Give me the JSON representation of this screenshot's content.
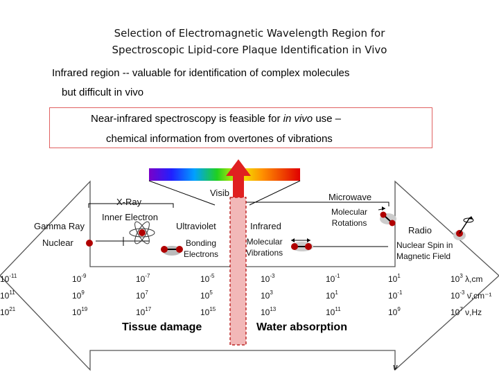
{
  "title": {
    "line1": "Selection of Electromagnetic  Wavelength Region for",
    "line2": "Spectroscopic Lipid-core Plaque Identification in Vivo"
  },
  "infrared_note": {
    "line1": "Infrared region -- valuable for identification of complex molecules",
    "line2": "but difficult in vivo"
  },
  "nir_box": {
    "line1_prefix": "Near-infrared spectroscopy is feasible for ",
    "line1_italic": "in vivo",
    "line1_suffix": " use –",
    "line2": "chemical information from overtones of vibrations"
  },
  "regions": {
    "visible": "Visib",
    "microwave": "Microwave",
    "xray": "X-Ray",
    "gamma": "Gamma Ray",
    "inner_electron": "Inner Electron",
    "ultraviolet": "Ultraviolet",
    "infrared": "Infrared",
    "molecular_rotations_1": "Molecular",
    "molecular_rotations_2": "Rotations",
    "radio": "Radio",
    "nuclear": "Nuclear",
    "bonding_1": "Bonding",
    "bonding_2": "Electrons",
    "molvib_1": "Molecular",
    "molvib_2": "Vibrations",
    "nuclear_spin_1": "Nuclear Spin in",
    "nuclear_spin_2": "Magnetic Field"
  },
  "scale_rows": [
    {
      "values": [
        [
          "10",
          "-11"
        ],
        [
          "10",
          "-9"
        ],
        [
          "10",
          "-7"
        ],
        [
          "10",
          "-5"
        ],
        [
          "10",
          "-3"
        ],
        [
          "10",
          "-1"
        ],
        [
          "10",
          "1"
        ],
        [
          "10",
          "3"
        ]
      ],
      "unit": "λ,cm"
    },
    {
      "values": [
        [
          "10",
          "11"
        ],
        [
          "10",
          "9"
        ],
        [
          "10",
          "7"
        ],
        [
          "10",
          "5"
        ],
        [
          "10",
          "3"
        ],
        [
          "10",
          "1"
        ],
        [
          "10",
          "-1"
        ],
        [
          "10",
          "-3"
        ]
      ],
      "unit": "ν̄,cm⁻¹"
    },
    {
      "values": [
        [
          "10",
          "21"
        ],
        [
          "10",
          "19"
        ],
        [
          "10",
          "17"
        ],
        [
          "10",
          "15"
        ],
        [
          "10",
          "13"
        ],
        [
          "10",
          "11"
        ],
        [
          "10",
          "9"
        ],
        [
          "10",
          "7"
        ]
      ],
      "unit": "ν,Hz"
    }
  ],
  "tissue_damage": "Tissue damage",
  "water_absorption": "Water absorption",
  "nu_symbol": "ν",
  "colors": {
    "nir_red": "#e02020",
    "box_border": "#e06060",
    "band_fill": "#f2b8b8"
  }
}
